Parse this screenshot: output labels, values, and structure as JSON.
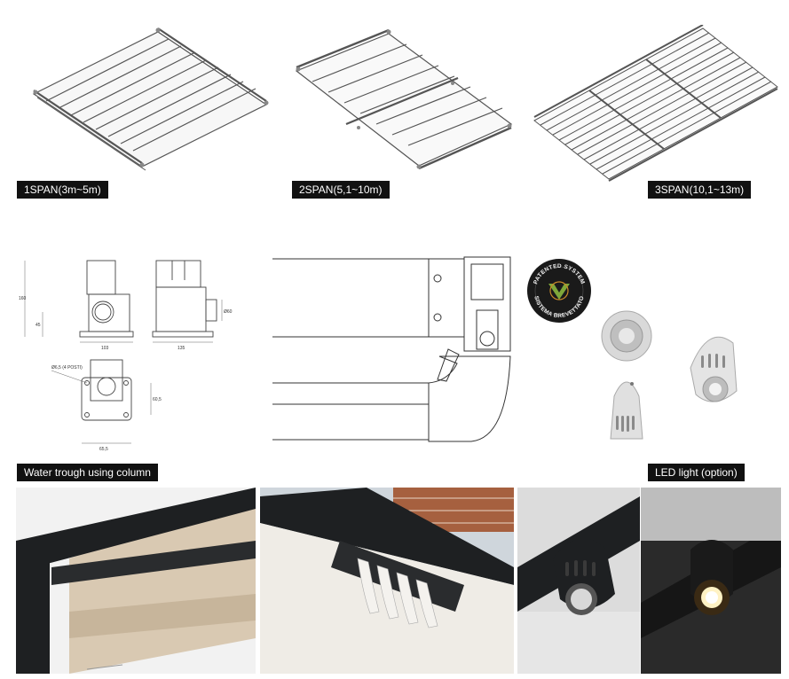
{
  "spans": [
    {
      "caption": "1SPAN(3m~5m)"
    },
    {
      "caption": "2SPAN(5,1~10m)"
    },
    {
      "caption": "3SPAN(10,1~13m)"
    }
  ],
  "drawings": {
    "dimensions": {
      "height_total": "160",
      "height_outlet": "45",
      "width_base": "103",
      "width_side": "135",
      "outlet_diameter": "Ø60",
      "hole_note": "Ø6,5 (4 POSTI)",
      "plan_depth": "60,5",
      "plan_width": "65,5"
    }
  },
  "badge": {
    "text_top": "PATENTED SYSTEM",
    "text_bottom": "SISTEMA BREVETTATO"
  },
  "captions": {
    "water_trough": "Water trough using column",
    "led_light": "LED light (option)"
  },
  "colors": {
    "caption_bg": "#111111",
    "caption_text": "#ffffff",
    "frame_dark": "#1e2022",
    "canopy_fabric": "#d9c9b2",
    "badge_bg": "#1a1a1a",
    "badge_logo": "#7fa83a"
  }
}
